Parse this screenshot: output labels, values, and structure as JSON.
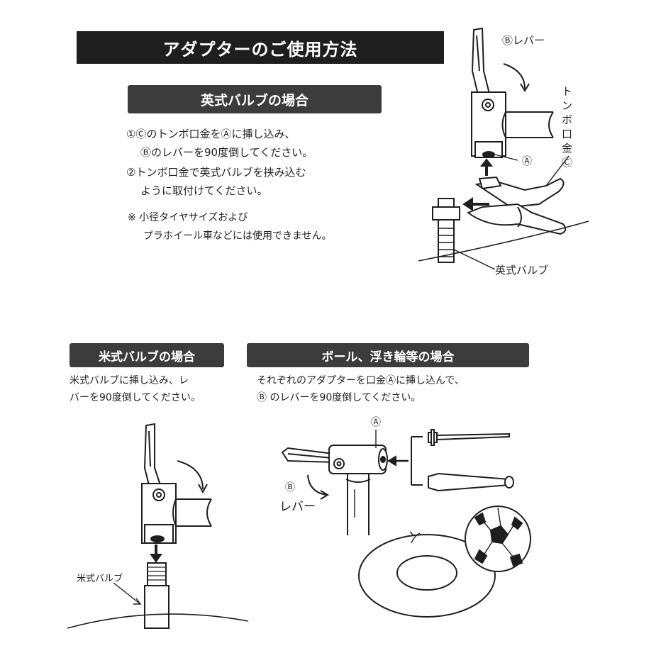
{
  "colors": {
    "title_bar": "#1e1e1e",
    "section_bar": "#3c3c3c",
    "text": "#222222",
    "line": "#1e1e1e"
  },
  "title": "アダプターのご使用方法",
  "english_valve": {
    "heading": "英式バルブの場合",
    "steps": [
      "①Ⓒのトンボ口金をⒶに挿し込み、",
      "Ⓑのレバーを90度倒してください。",
      "②トンボ口金で英式バルブを挟み込む",
      "ように取付けてください。"
    ],
    "notes": [
      "※ 小径タイヤサイズおよび",
      "プラホイール車などには使用できません。"
    ],
    "labels": {
      "lever": "Ⓑレバー",
      "tonbo_vertical": [
        "ト",
        "ン",
        "ボ",
        "口",
        "金",
        "Ⓒ"
      ],
      "a_mark": "Ⓐ",
      "valve": "英式バルブ"
    }
  },
  "american_valve": {
    "heading": "米式バルブの場合",
    "lines": [
      "米式バルブに挿し込み、レ",
      "バーを90度倒してください。"
    ],
    "labels": {
      "valve": "米式バルブ"
    }
  },
  "ball": {
    "heading": "ボール、浮き輪等の場合",
    "lines": [
      "それぞれのアダプターを口金Ⓐに挿し込んで、",
      "Ⓑ のレバーを90度倒してください。"
    ],
    "labels": {
      "a_mark": "Ⓐ",
      "b_mark": "Ⓑ",
      "lever": "レバー"
    }
  }
}
